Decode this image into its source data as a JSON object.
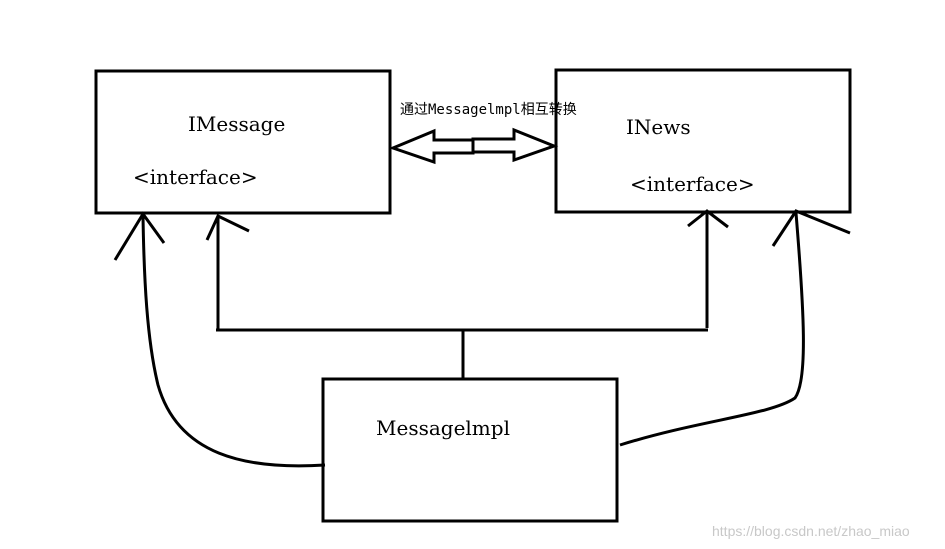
{
  "diagram": {
    "imessage": {
      "title": "IMessage",
      "stereotype": "<interface>"
    },
    "inews": {
      "title": "INews",
      "stereotype": "<interface>"
    },
    "impl": {
      "title": "Messagelmpl"
    },
    "conversion_note": "通过Messagelmpl相互转换",
    "stroke_color": "#000000"
  },
  "watermark": "https://blog.csdn.net/zhao_miao"
}
